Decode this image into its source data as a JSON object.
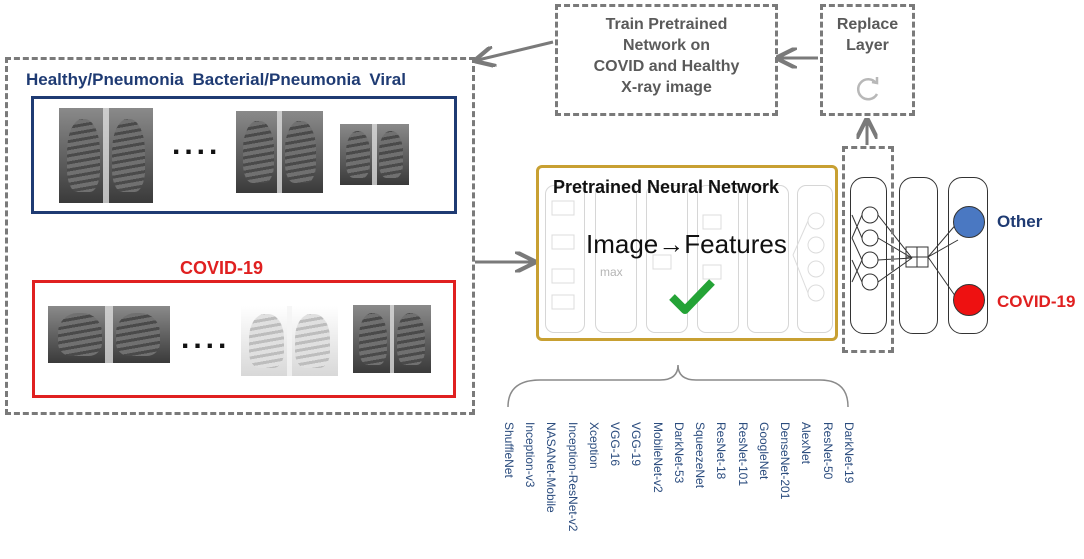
{
  "top_boxes": {
    "train": "Train Pretrained\nNetwork on\nCOVID and Healthy\nX-ray image",
    "replace": "Replace\nLayer"
  },
  "left_panel": {
    "healthy_title": "Healthy/Pneumonia Bacterial/Pneumonia Viral",
    "covid_title": "COVID-19",
    "ellipsis_top": "....",
    "ellipsis_bottom": "....",
    "healthy_color": "#1f3b73",
    "covid_color": "#e02020"
  },
  "network": {
    "title": "Pretrained Neural Network",
    "caption": "Image→Features",
    "max_label": "max",
    "frame_color": "#c8a032"
  },
  "outputs": {
    "other": "Other",
    "covid": "COVID-19",
    "other_color": "#4a78c2",
    "covid_color": "#ee1111"
  },
  "models": [
    "ShuffleNet",
    "Inception-v3",
    "NASANet-Mobile",
    "Inception-ResNet-v2",
    "Xception",
    "VGG-16",
    "VGG-19",
    "MobileNet-v2",
    "DarkNet-53",
    "SqueezeNet",
    "ResNet-18",
    "ResNet-101",
    "GoogleNet",
    "DenseNet-201",
    "AlexNet",
    "ResNet-50",
    "DarkNet-19"
  ]
}
